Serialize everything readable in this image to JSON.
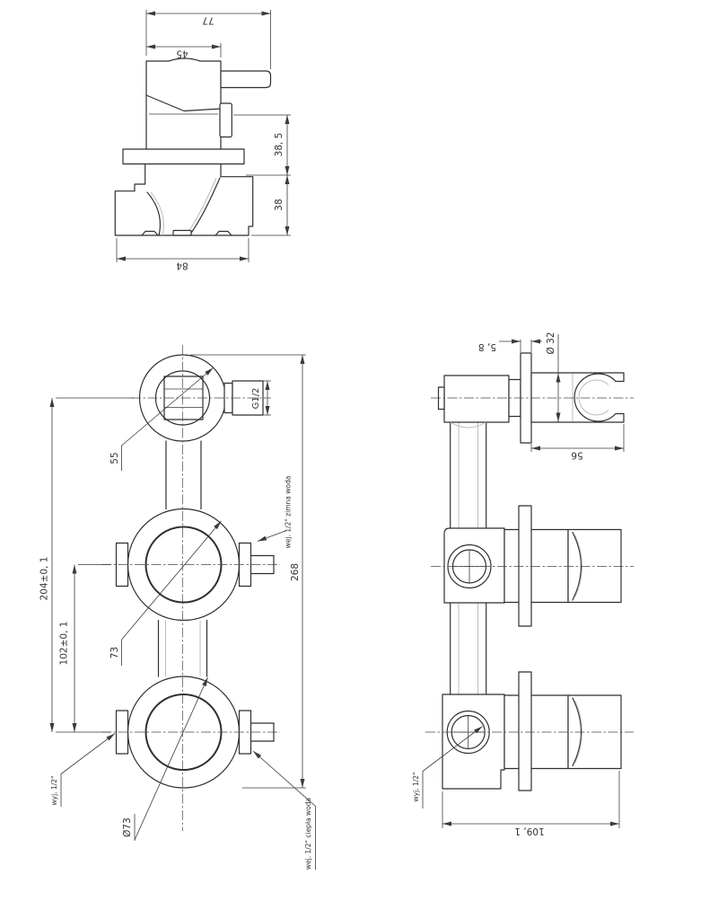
{
  "colors": {
    "ink": "#2f2f2f",
    "dim_line": "#3a3a3a",
    "light_line": "#bcbcbc",
    "background": "#ffffff"
  },
  "top_view": {
    "d77": "77",
    "d45": "45",
    "d38_5": "38, 5",
    "d38": "38",
    "d84": "84"
  },
  "front_view": {
    "g12": "G1/2",
    "d55": "55",
    "d204": "204±0, 1",
    "d102": "102±0, 1",
    "d73": "73",
    "d268": "268",
    "dia73": "Ø73",
    "label_cold": "wej. 1/2\" zimna woda",
    "label_out": "wyj. 1/2\"",
    "label_hot": "wej. 1/2\" ciepła woda"
  },
  "side_view": {
    "d5_8": "5, 8",
    "d32": "Ø 32",
    "d56": "56",
    "d109": "109, 1",
    "label_out": "wyj. 1/2\""
  }
}
